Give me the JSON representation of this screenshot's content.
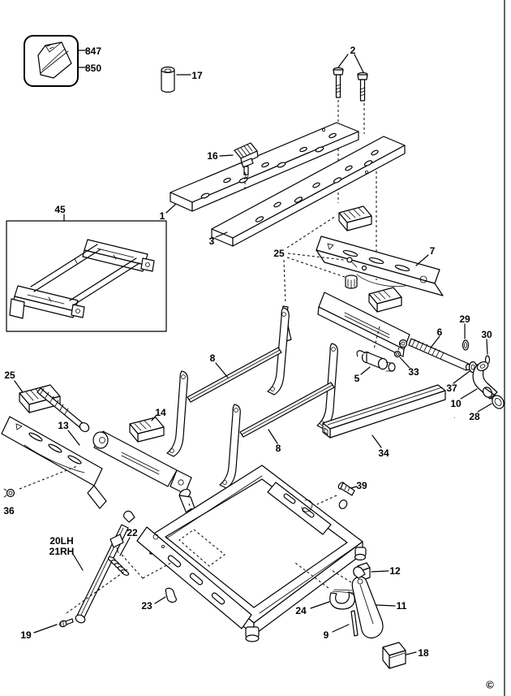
{
  "diagram": {
    "kind": "exploded-parts-diagram",
    "subject": "portable workbench",
    "copyright_mark": "©",
    "line_color": "#000000",
    "background": "#ffffff"
  },
  "callouts": [
    {
      "label": "847",
      "depicts": "hardware-bag"
    },
    {
      "label": "850",
      "depicts": "hardware-bag"
    },
    {
      "label": "17",
      "depicts": "spacer-sleeve"
    },
    {
      "label": "2",
      "depicts": "carriage-bolts"
    },
    {
      "label": "16",
      "depicts": "swivel-grip-peg"
    },
    {
      "label": "1",
      "depicts": "worktop-board-front"
    },
    {
      "label": "3",
      "depicts": "worktop-board-rear"
    },
    {
      "label": "45",
      "depicts": "jaw-frame-assembly"
    },
    {
      "label": "25",
      "depicts": "fastener-set"
    },
    {
      "label": "7",
      "depicts": "rear-jaw-bracket"
    },
    {
      "label": "29",
      "depicts": "retaining-ring"
    },
    {
      "label": "30",
      "depicts": "retaining-pin"
    },
    {
      "label": "6",
      "depicts": "lead-screw"
    },
    {
      "label": "33",
      "depicts": "nut"
    },
    {
      "label": "5",
      "depicts": "crank-handle"
    },
    {
      "label": "37",
      "depicts": "washer"
    },
    {
      "label": "10",
      "depicts": "handle-bracket"
    },
    {
      "label": "28",
      "depicts": "roller-sleeve"
    },
    {
      "label": "8",
      "depicts": "leg-frame"
    },
    {
      "label": "8",
      "depicts": "leg-frame"
    },
    {
      "label": "34",
      "depicts": "cross-rail-tube"
    },
    {
      "label": "39",
      "depicts": "spring-pin"
    },
    {
      "label": "25",
      "depicts": "fastener-set"
    },
    {
      "label": "13",
      "depicts": "front-jaw-bracket"
    },
    {
      "label": "14",
      "depicts": "slide-block"
    },
    {
      "label": "36",
      "depicts": "nut"
    },
    {
      "label": "20LH",
      "depicts": "folding-leg-strut-left"
    },
    {
      "label": "21RH",
      "depicts": "folding-leg-strut-right"
    },
    {
      "label": "22",
      "depicts": "spring"
    },
    {
      "label": "19",
      "depicts": "screw"
    },
    {
      "label": "23",
      "depicts": "bushing"
    },
    {
      "label": "24",
      "depicts": "latch-clip"
    },
    {
      "label": "12",
      "depicts": "spacer-block"
    },
    {
      "label": "11",
      "depicts": "foot-pedal-lever"
    },
    {
      "label": "9",
      "depicts": "pivot-pin"
    },
    {
      "label": "18",
      "depicts": "foot-cap"
    }
  ]
}
